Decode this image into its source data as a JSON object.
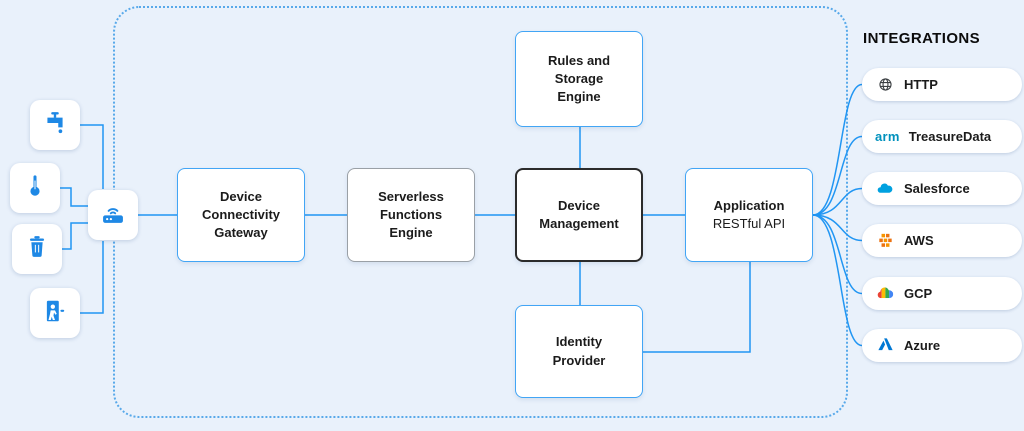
{
  "diagram": {
    "background": "#e9f1fb",
    "accent_line_color": "#2196f3",
    "integrations_title": "INTEGRATIONS",
    "devices": [
      {
        "icon": "faucet-icon"
      },
      {
        "icon": "thermometer-icon"
      },
      {
        "icon": "trash-bin-icon"
      },
      {
        "icon": "exit-door-icon"
      }
    ],
    "gateway": {
      "icon": "wifi-router-icon"
    },
    "nodes": {
      "device_connectivity_gateway": "Device Connectivity Gateway",
      "serverless_functions_engine": "Serverless Functions Engine",
      "device_management": "Device Management",
      "rules_and_storage_engine": "Rules and Storage Engine",
      "identity_provider": "Identity Provider",
      "application_title": "Application",
      "application_subtitle": "RESTful API"
    },
    "integrations": [
      {
        "label": "HTTP",
        "icon": "globe-icon"
      },
      {
        "label": "TreasureData",
        "icon": "arm-logo-icon",
        "logo_text": "arm"
      },
      {
        "label": "Salesforce",
        "icon": "salesforce-cloud-icon"
      },
      {
        "label": "AWS",
        "icon": "aws-icon"
      },
      {
        "label": "GCP",
        "icon": "google-cloud-icon"
      },
      {
        "label": "Azure",
        "icon": "azure-icon"
      }
    ]
  }
}
